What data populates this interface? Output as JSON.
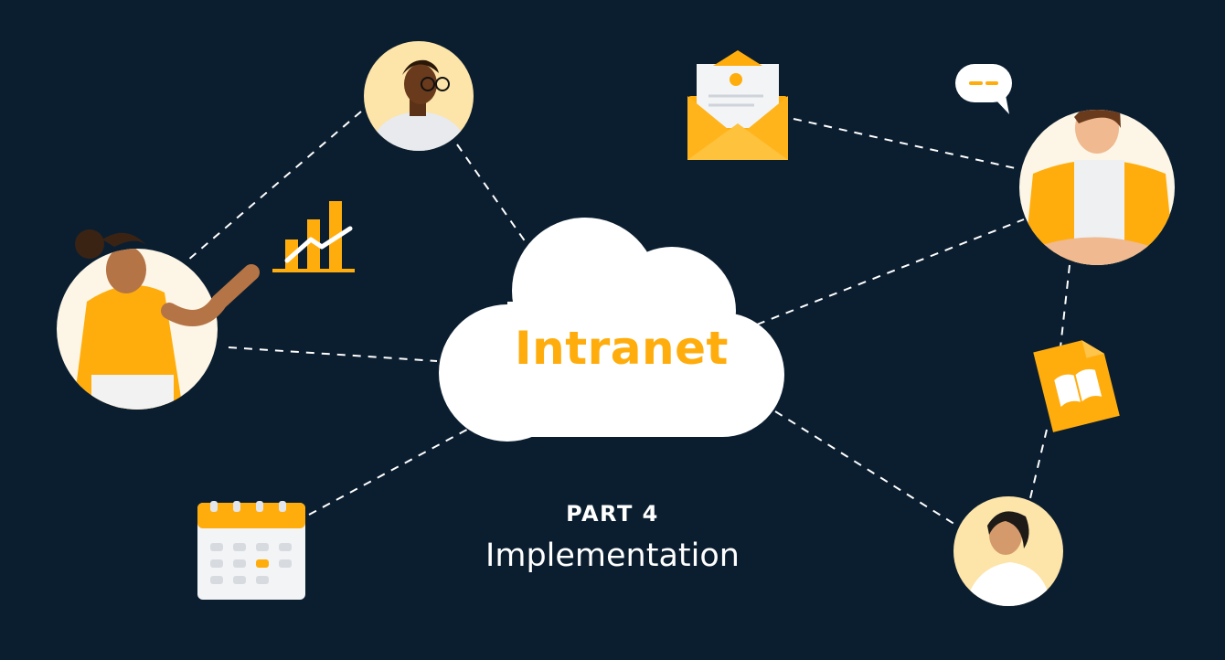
{
  "hub": {
    "label": "Intranet"
  },
  "caption": {
    "part": "PART 4",
    "title": "Implementation"
  },
  "colors": {
    "background": "#0b1e30",
    "accent": "#ffad0d",
    "cloud": "#ffffff",
    "connector": "#ffffff"
  },
  "nodes": [
    {
      "name": "person-top-left",
      "icon": "person-avatar"
    },
    {
      "name": "person-left-pointing",
      "icon": "person-avatar"
    },
    {
      "name": "person-right",
      "icon": "person-avatar"
    },
    {
      "name": "person-bottom-right",
      "icon": "person-avatar"
    },
    {
      "name": "envelope",
      "icon": "envelope-icon"
    },
    {
      "name": "chat-bubble",
      "icon": "chat-bubble-icon"
    },
    {
      "name": "bar-chart",
      "icon": "bar-chart-icon"
    },
    {
      "name": "calendar",
      "icon": "calendar-icon"
    },
    {
      "name": "book-document",
      "icon": "book-document-icon"
    }
  ]
}
